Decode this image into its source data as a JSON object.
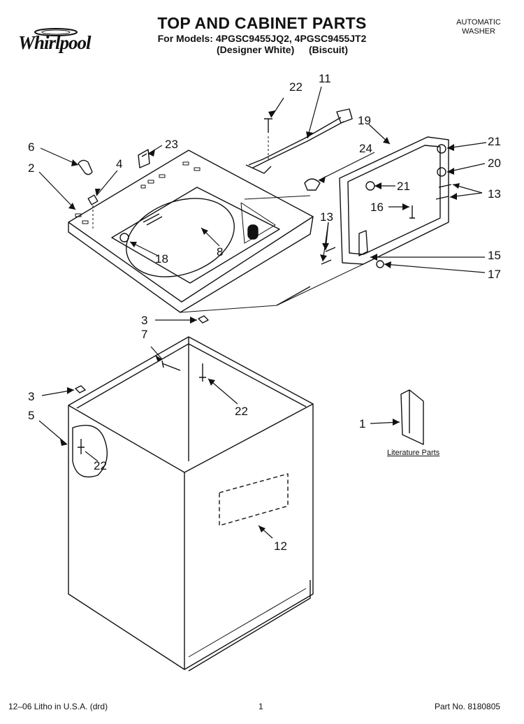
{
  "header": {
    "brand": "Whirlpool",
    "title": "TOP AND CABINET PARTS",
    "models_line": "For Models: 4PGSC9455JQ2, 4PGSC9455JT2",
    "variant_a": "(Designer White)",
    "variant_b": "(Biscuit)",
    "product_line1": "AUTOMATIC",
    "product_line2": "WASHER"
  },
  "callouts": [
    {
      "id": "c22a",
      "text": "22"
    },
    {
      "id": "c11",
      "text": "11"
    },
    {
      "id": "c19",
      "text": "19"
    },
    {
      "id": "c6",
      "text": "6"
    },
    {
      "id": "c23",
      "text": "23"
    },
    {
      "id": "c4",
      "text": "4"
    },
    {
      "id": "c2",
      "text": "2"
    },
    {
      "id": "c24",
      "text": "24"
    },
    {
      "id": "c21a",
      "text": "21"
    },
    {
      "id": "c20",
      "text": "20"
    },
    {
      "id": "c21b",
      "text": "21"
    },
    {
      "id": "c13a",
      "text": "13"
    },
    {
      "id": "c16",
      "text": "16"
    },
    {
      "id": "c13b",
      "text": "13"
    },
    {
      "id": "c8",
      "text": "8"
    },
    {
      "id": "c18",
      "text": "18"
    },
    {
      "id": "c15",
      "text": "15"
    },
    {
      "id": "c17",
      "text": "17"
    },
    {
      "id": "c3a",
      "text": "3"
    },
    {
      "id": "c7",
      "text": "7"
    },
    {
      "id": "c22b",
      "text": "22"
    },
    {
      "id": "c3b",
      "text": "3"
    },
    {
      "id": "c5",
      "text": "5"
    },
    {
      "id": "c22c",
      "text": "22"
    },
    {
      "id": "c1",
      "text": "1"
    },
    {
      "id": "c12",
      "text": "12"
    }
  ],
  "literature_label": "Literature Parts",
  "footer": {
    "left": "12–06 Litho in U.S.A. (drd)",
    "center": "1",
    "right": "Part No. 8180805"
  }
}
